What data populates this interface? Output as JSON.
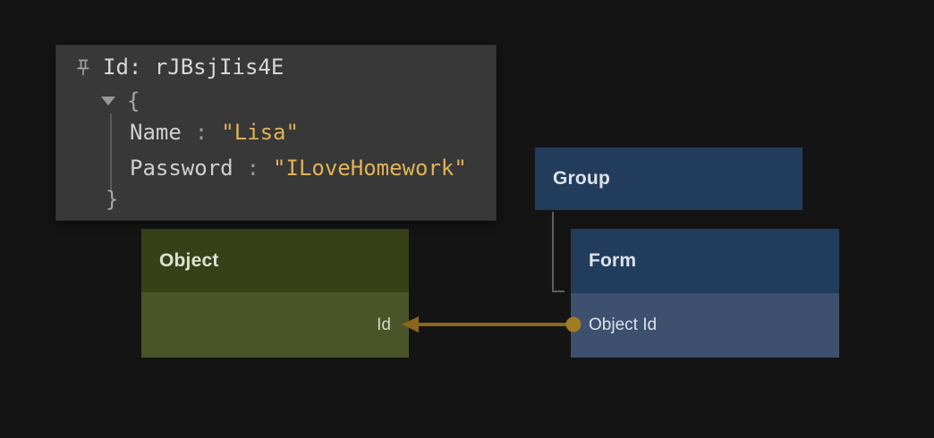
{
  "tooltip": {
    "id_line": "Id: rJBsjIis4E",
    "open_brace": "{",
    "close_brace": "}",
    "fields": [
      {
        "key": "Name",
        "sep": ":",
        "value": "\"Lisa\""
      },
      {
        "key": "Password",
        "sep": ":",
        "value": "\"ILoveHomework\""
      }
    ]
  },
  "nodes": {
    "object": {
      "title": "Object",
      "fields": [
        {
          "label": "Id"
        }
      ]
    },
    "group": {
      "title": "Group"
    },
    "form": {
      "title": "Form",
      "fields": [
        {
          "label": "Object Id"
        }
      ]
    }
  },
  "icons": {
    "pin": "pushpin-icon",
    "caret": "caret-down-icon",
    "relation": "arrow-left-icon"
  },
  "colors": {
    "background": "#141414",
    "tooltip_background": "#383838",
    "tooltip_text": "#d4d4d4",
    "string_value": "#e0b356",
    "object_header": "#384018",
    "object_body": "#4a5429",
    "group_header": "#223c5b",
    "form_header": "#223c5b",
    "form_body": "#3d506e",
    "relation_arrow": "#8a671b",
    "relation_dot": "#a07c22",
    "hierarchy_line": "#5f5f5f"
  }
}
